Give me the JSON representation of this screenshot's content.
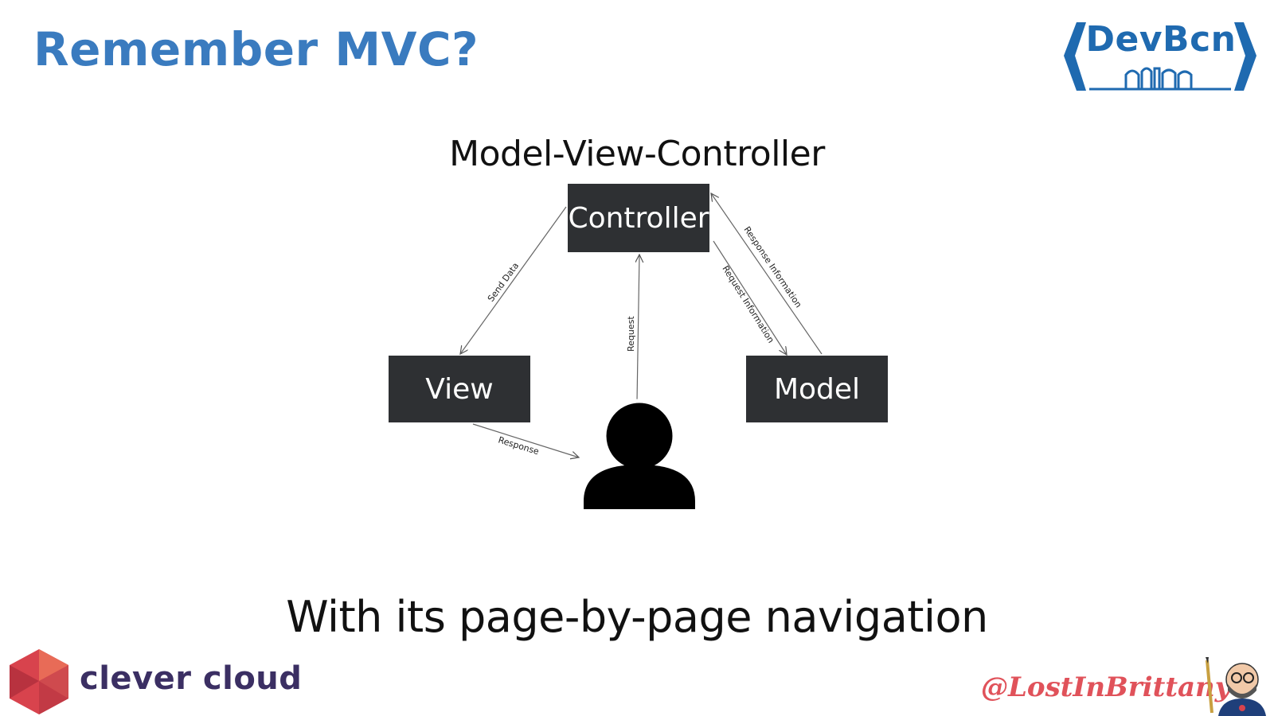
{
  "slide": {
    "title": "Remember MVC?",
    "subtitle": "With its page-by-page navigation"
  },
  "logos": {
    "devbcn": "DevBcn",
    "clever_cloud": "clever cloud",
    "twitter_handle": "@LostInBrittany"
  },
  "diagram": {
    "title": "Model-View-Controller",
    "nodes": {
      "controller": "Controller",
      "view": "View",
      "model": "Model",
      "user": "user-icon"
    },
    "edges": {
      "send_data": "Send Data",
      "request": "Request",
      "request_information": "Request Information",
      "response_information": "Response Information",
      "response": "Response"
    }
  },
  "colors": {
    "title_blue": "#3a7bbf",
    "devbcn_blue": "#1f6ab0",
    "box_fill": "#2e3033",
    "clever_cloud_text": "#3b2f63",
    "clever_cloud_logo": "#d8434d",
    "handle_red": "#e0525a"
  }
}
